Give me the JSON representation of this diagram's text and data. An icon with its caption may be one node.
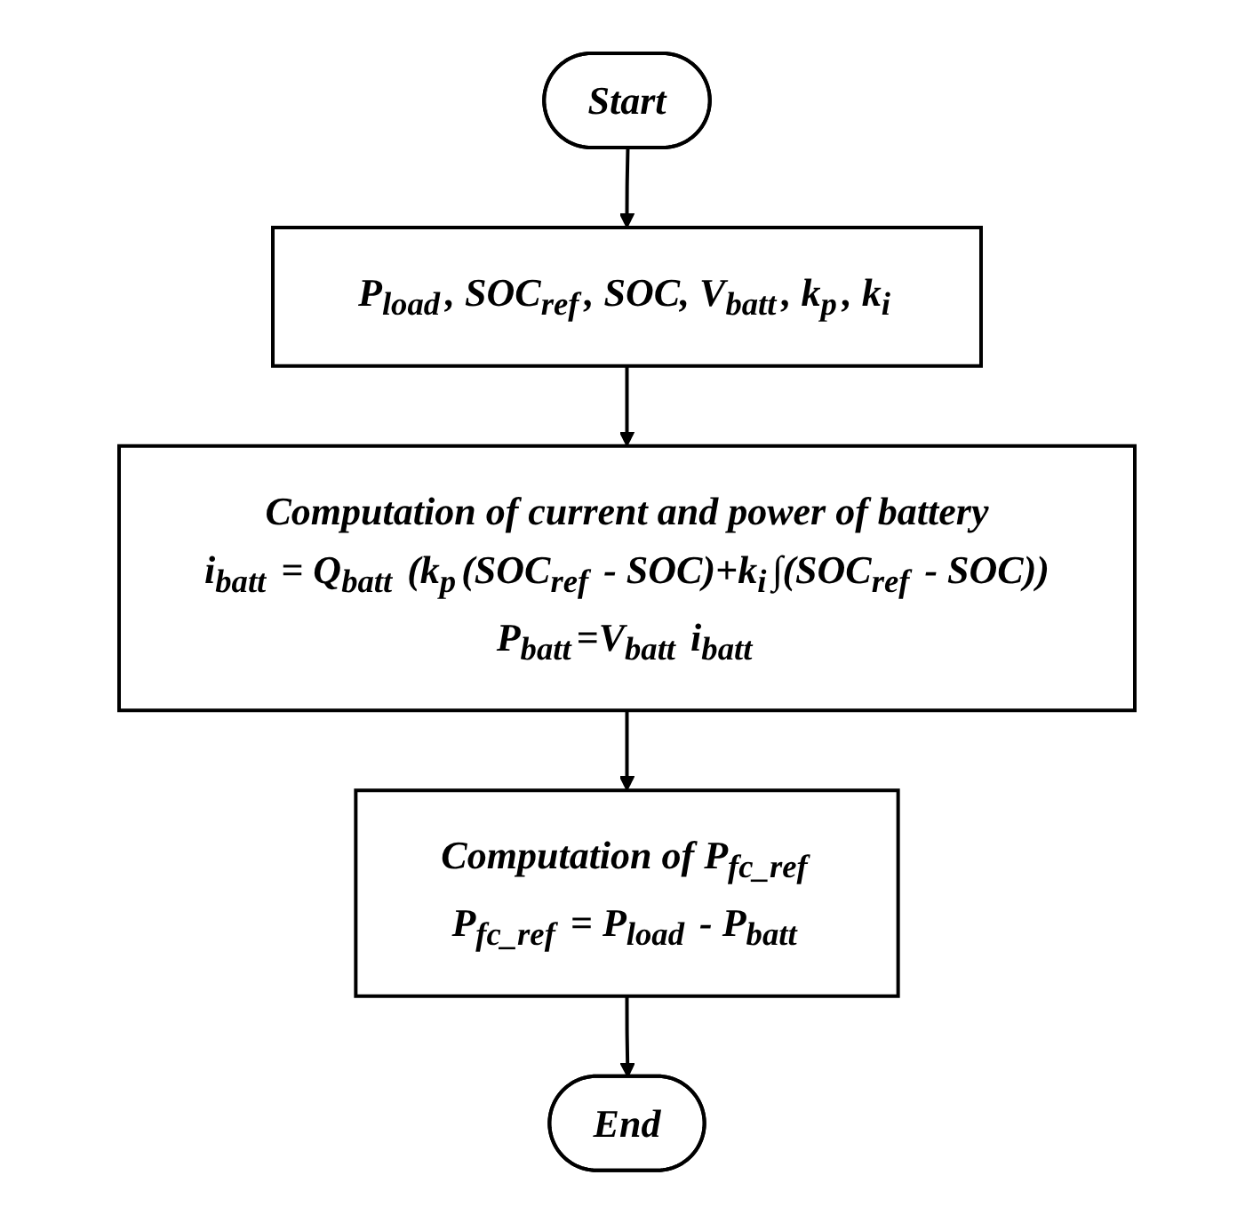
{
  "diagram": {
    "nodes": [
      {
        "text": [
          "Start"
        ]
      },
      {
        "text": [
          "P$_{load}$, SOC$_{ref}$, SOC, V$_{batt}$, k$_{p}$, k$_{i}$"
        ]
      },
      {
        "text": [
          "Computation of current and power of battery",
          "i$_{batt}$ = Q$_{batt}$ (k$_{p}$(SOC$_{ref}$ - SOC)+k$_{i}$∫(SOC$_{ref}$ - SOC))",
          "P$_{batt}$=V$_{batt}$ i$_{batt}$"
        ]
      },
      {
        "text": [
          "Computation of P$_{fc_ref}$",
          "P$_{fc_ref}$ = P$_{load}$ - P$_{batt}$"
        ]
      },
      {
        "text": [
          "End"
        ]
      }
    ],
    "edges": [
      {
        "from": 0,
        "to": 1,
        "arrow": "to"
      },
      {
        "from": 1,
        "to": 2,
        "arrow": "to"
      },
      {
        "from": 2,
        "to": 3,
        "arrow": "to"
      },
      {
        "from": 3,
        "to": 4,
        "arrow": "to"
      }
    ]
  }
}
